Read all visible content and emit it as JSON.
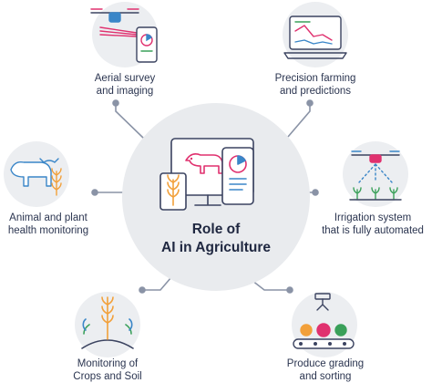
{
  "center": {
    "title_line1": "Role of",
    "title_line2": "AI in Agriculture"
  },
  "nodes": [
    {
      "id": "aerial",
      "line1": "Aerial survey",
      "line2": "and imaging",
      "icon": "drone-phone-icon"
    },
    {
      "id": "precision",
      "line1": "Precision farming",
      "line2": "and predictions",
      "icon": "laptop-chart-icon"
    },
    {
      "id": "animal",
      "line1": "Animal and plant",
      "line2": "health monitoring",
      "icon": "cow-wheat-icon"
    },
    {
      "id": "irrigation",
      "line1": "Irrigation system",
      "line2": "that is fully automated",
      "icon": "irrigation-drone-icon"
    },
    {
      "id": "crops",
      "line1": "Monitoring of",
      "line2": "Crops and Soil",
      "icon": "wheat-soil-icon"
    },
    {
      "id": "produce",
      "line1": "Produce grading",
      "line2": "and sorting",
      "icon": "conveyor-fruit-icon"
    }
  ],
  "colors": {
    "center_circle": "#e9ebee",
    "icon_circle": "#eceef1",
    "connector": "#8a93a6",
    "accent_pink": "#e0316f",
    "accent_orange": "#f2a03a",
    "accent_blue": "#3a86c8",
    "accent_green": "#3aa05a",
    "line_dark": "#3b4360"
  }
}
